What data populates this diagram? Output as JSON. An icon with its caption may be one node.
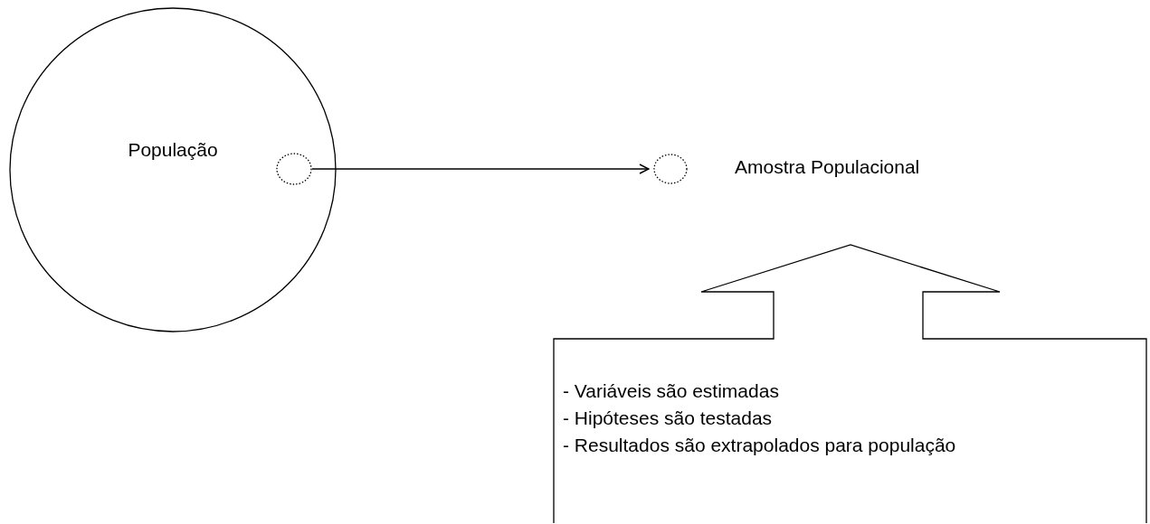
{
  "diagram": {
    "nodes": [
      {
        "text": [
          "População"
        ]
      },
      {
        "text": [],
        "shape": "circle",
        "in": 0
      },
      {
        "text": [],
        "shape": "circle"
      },
      {
        "text": [
          "Amostra Populacional"
        ]
      },
      {
        "text": [
          "- Variáveis são estimadas",
          "- Hipóteses são testadas",
          "- Resultados são extrapolados para população"
        ]
      }
    ],
    "edges": [
      {
        "from": 1,
        "to": 2,
        "arrow": "to"
      }
    ]
  }
}
